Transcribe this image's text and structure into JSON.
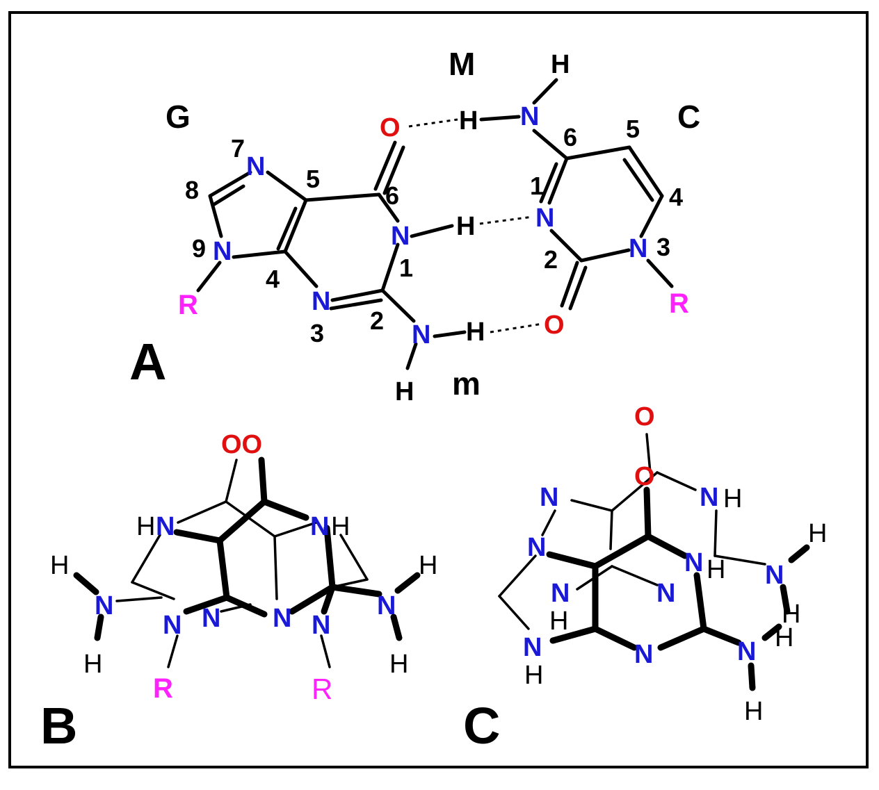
{
  "labels": {
    "panel_a": "A",
    "panel_b": "B",
    "panel_c": "C",
    "base_g": "G",
    "base_c": "C",
    "major_groove": "M",
    "minor_groove": "m"
  },
  "atoms": {
    "n": "N",
    "o": "O",
    "h": "H",
    "r": "R",
    "oo": "OO",
    "nh": "NH",
    "hn": "HN"
  },
  "numbers": {
    "n1": "1",
    "n2": "2",
    "n3": "3",
    "n4": "4",
    "n5": "5",
    "n6": "6",
    "n7": "7",
    "n8": "8",
    "n9": "9"
  },
  "colors": {
    "nitrogen": "#1a1ad6",
    "oxygen": "#e01010",
    "r_group": "#ff22ff",
    "frame": "#000000"
  }
}
